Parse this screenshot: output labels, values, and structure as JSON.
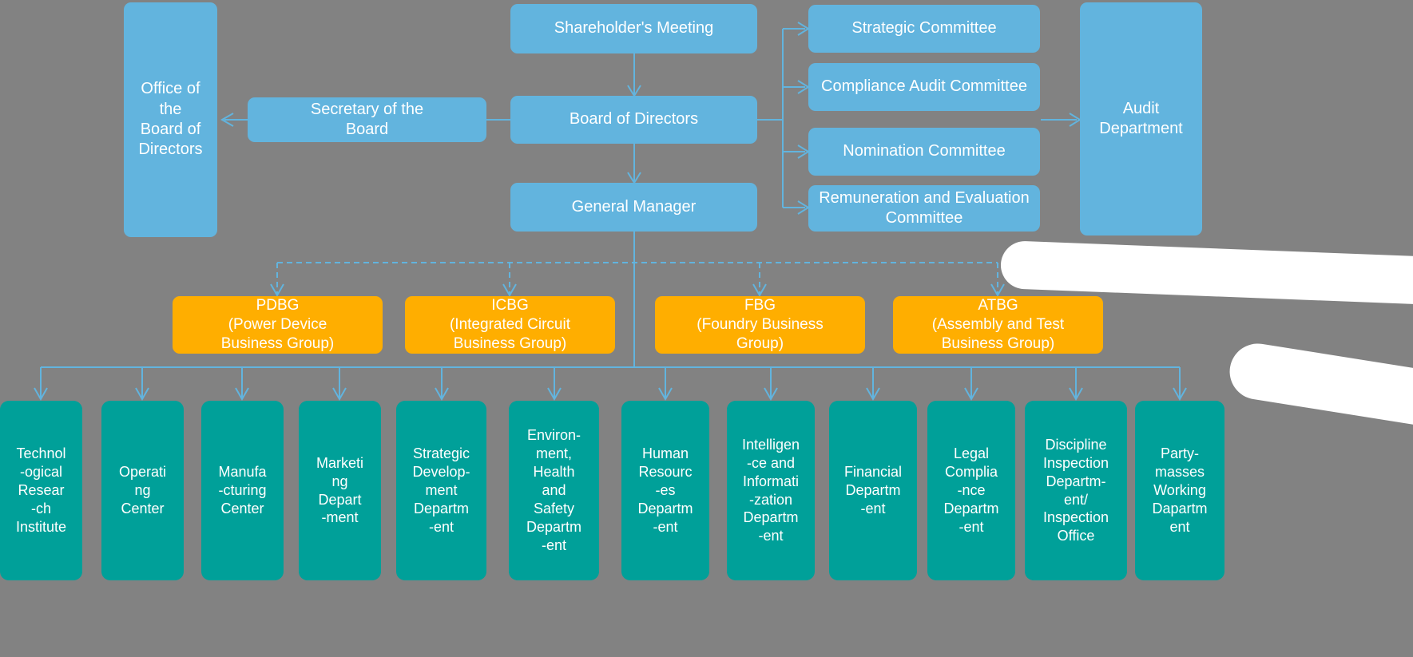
{
  "diagram": {
    "title": "Corporate Organizational Structure Chart",
    "background_color": "#828282",
    "colors": {
      "governance": "#62B4DE",
      "business_group": "#FFAE00",
      "department": "#00A099",
      "connector": "#62B4DE",
      "text": "#FFFFFF"
    }
  },
  "governance": {
    "shareholders_meeting": "Shareholder's Meeting",
    "board_of_directors": "Board of Directors",
    "general_manager": "General Manager",
    "secretary_of_the_board": "Secretary of the\nBoard",
    "office_of_the_board": "Office of\nthe\nBoard of\nDirectors",
    "audit_department": "Audit\nDepartment"
  },
  "committees": [
    {
      "label": "Strategic Committee"
    },
    {
      "label": "Compliance Audit Committee"
    },
    {
      "label": "Nomination Committee"
    },
    {
      "label": "Remuneration and Evaluation\nCommittee"
    }
  ],
  "business_groups": [
    {
      "abbr": "PDBG",
      "label": "PDBG\n(Power Device\nBusiness Group)"
    },
    {
      "abbr": "ICBG",
      "label": "ICBG\n(Integrated Circuit\nBusiness Group)"
    },
    {
      "abbr": "FBG",
      "label": "FBG\n(Foundry Business\nGroup)"
    },
    {
      "abbr": "ATBG",
      "label": "ATBG\n(Assembly and Test\nBusiness Group)"
    }
  ],
  "departments": [
    {
      "label": "Technol\n-ogical\nResear\n-ch\nInstitute"
    },
    {
      "label": "Operati\nng\nCenter"
    },
    {
      "label": "Manufa\n-cturing\nCenter"
    },
    {
      "label": "Marketi\nng\nDepart\n-ment"
    },
    {
      "label": "Strategic\nDevelop-\nment\nDepartm\n-ent"
    },
    {
      "label": "Environ-\nment,\nHealth\nand\nSafety\nDepartm\n-ent"
    },
    {
      "label": "Human\nResourc\n-es\nDepartm\n-ent"
    },
    {
      "label": "Intelligen\n-ce and\nInformati\n-zation\nDepartm\n-ent"
    },
    {
      "label": "Financial\nDepartm\n-ent"
    },
    {
      "label": "Legal\nComplia\n-nce\nDepartm\n-ent"
    },
    {
      "label": "Discipline\nInspection\nDepartm-\nent/\nInspection\nOffice"
    },
    {
      "label": "Party-\nmasses\nWorking\nDapartm\nent"
    }
  ]
}
